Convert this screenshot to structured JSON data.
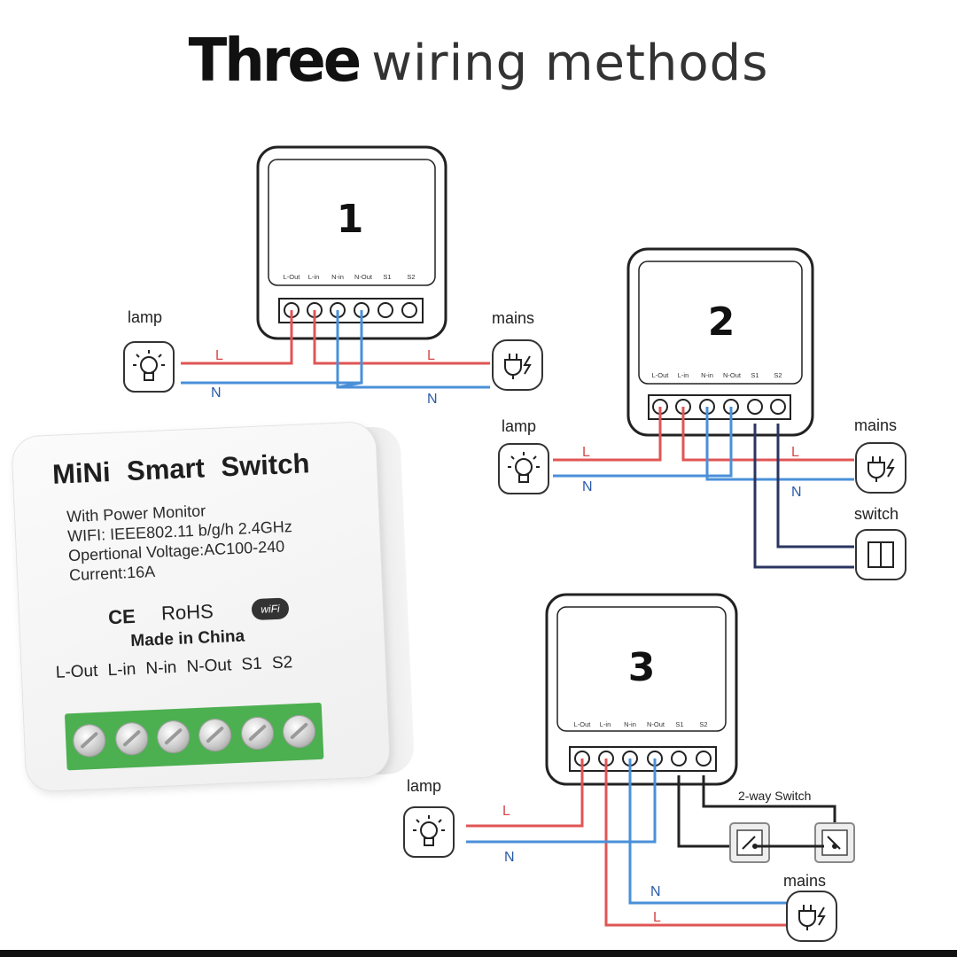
{
  "title": {
    "bold": "Three",
    "rest": "wiring methods"
  },
  "terminal_labels": [
    "L-Out",
    "L-in",
    "N-in",
    "N-Out",
    "S1",
    "S2"
  ],
  "diagrams": [
    {
      "number": "1",
      "lamp": "lamp",
      "mains": "mains",
      "wire_l": "L",
      "wire_n": "N"
    },
    {
      "number": "2",
      "lamp": "lamp",
      "mains": "mains",
      "switch": "switch",
      "wire_l": "L",
      "wire_n": "N"
    },
    {
      "number": "3",
      "lamp": "lamp",
      "mains": "mains",
      "two_way": "2-way Switch",
      "wire_l": "L",
      "wire_n": "N"
    }
  ],
  "device": {
    "title": "MiNi Smart Switch",
    "specs": [
      "With Power Monitor",
      "WIFI: IEEE802.11 b/g/h 2.4GHz",
      "Opertional Voltage:AC100-240",
      "Current:16A"
    ],
    "cert_ce": "CE",
    "cert_rohs": "RoHS",
    "wifi_badge": "wiFi",
    "made_in": "Made in China",
    "terminals": "L-Out L-in N-in N-Out S1 S2"
  },
  "colors": {
    "live": "#e05555",
    "neutral": "#4a90d9",
    "switch_wire": "#2a3560",
    "terminal_green": "#4caf50"
  }
}
